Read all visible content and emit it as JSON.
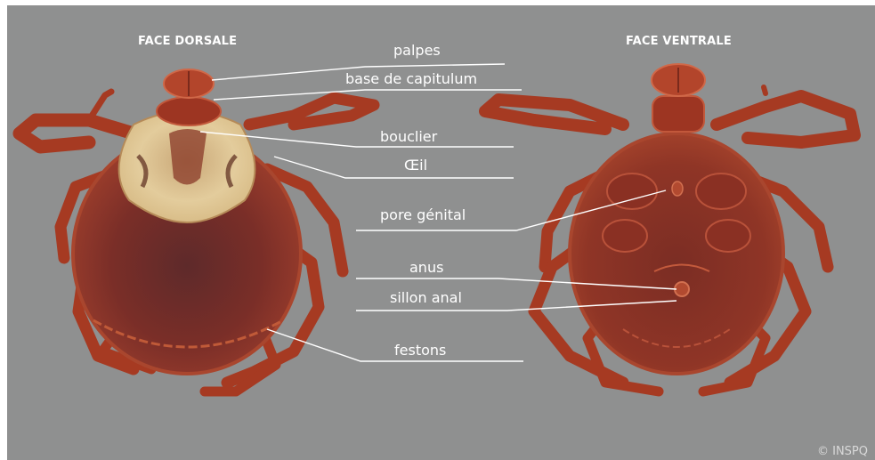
{
  "titles": {
    "dorsal": "FACE DORSALE",
    "ventral": "FACE VENTRALE"
  },
  "labels": [
    {
      "id": "palpes",
      "text": "palpes"
    },
    {
      "id": "base-capitulum",
      "text": "base de capitulum"
    },
    {
      "id": "bouclier",
      "text": "bouclier"
    },
    {
      "id": "oeil",
      "text": "Œil"
    },
    {
      "id": "pore-genital",
      "text": "pore génital"
    },
    {
      "id": "anus",
      "text": "anus"
    },
    {
      "id": "sillon-anal",
      "text": "sillon anal"
    },
    {
      "id": "festons",
      "text": "festons"
    }
  ],
  "credit": "© INSPQ",
  "colors": {
    "background": "#8f9090",
    "label_text": "#ffffff",
    "leader_lines": "#ffffff",
    "tick_body": "#8a2a20",
    "leg": "#a83c22",
    "scutum": "#e6cf9e"
  }
}
